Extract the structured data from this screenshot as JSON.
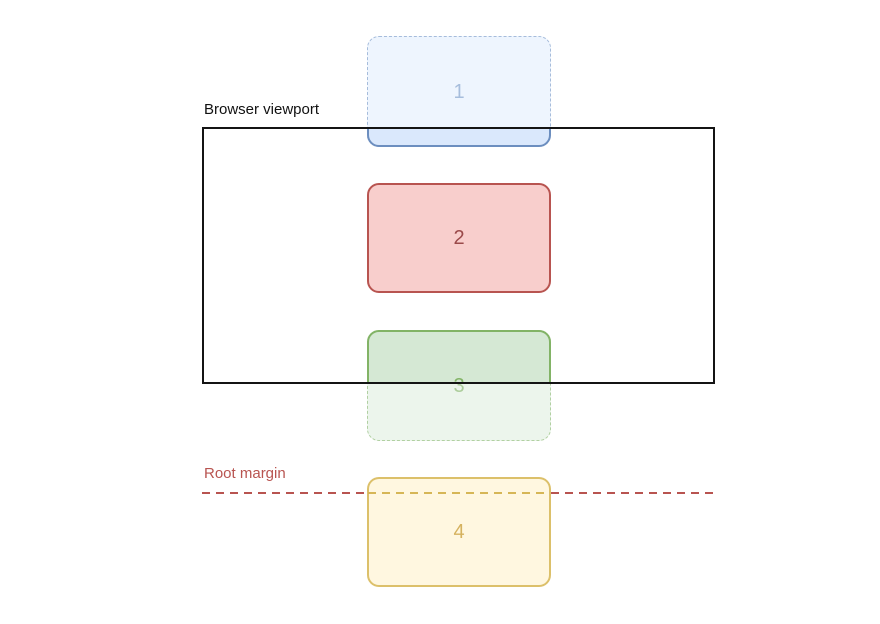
{
  "diagram": {
    "background_color": "#ffffff",
    "viewport": {
      "label": "Browser viewport",
      "border_color": "#141414"
    },
    "root_margin": {
      "label": "Root margin",
      "label_color": "#b85450",
      "dash_color_outside": "#b85450",
      "dash_color_inside_element": "#d6b656"
    },
    "elements": [
      {
        "number": "1",
        "fill": "#dae8fc",
        "stroke": "#6c8ebf"
      },
      {
        "number": "2",
        "fill": "#f8cecc",
        "stroke": "#b85450",
        "number_color": "#9a4a4a"
      },
      {
        "number": "3",
        "fill": "#d5e8d4",
        "stroke": "#82b366"
      },
      {
        "number": "4",
        "fill": "#fff2cc",
        "stroke": "#d6b656"
      }
    ]
  }
}
